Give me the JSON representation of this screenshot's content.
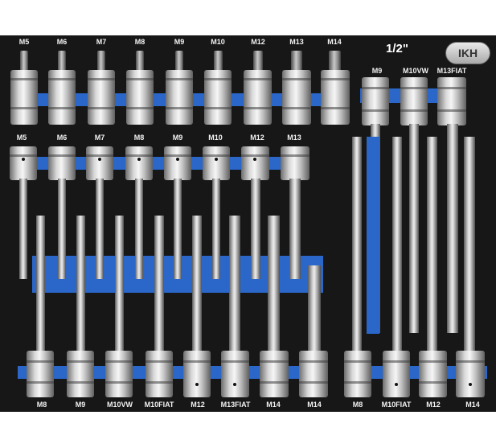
{
  "tray": {
    "size_label": "1/2\"",
    "logo_text": "IKH",
    "colors": {
      "foam": "#171717",
      "accent": "#2a67c9",
      "chrome": "#d8d8d8"
    },
    "top_row_labels": [
      "M5",
      "M6",
      "M7",
      "M8",
      "M9",
      "M10",
      "M12",
      "M13",
      "M14"
    ],
    "mid_row_labels": [
      "M5",
      "M6",
      "M7",
      "M8",
      "M9",
      "M10",
      "M12",
      "M13"
    ],
    "right_top_labels": [
      "M9",
      "M10VW",
      "M13FIAT"
    ],
    "bottom_left_labels": [
      "M8",
      "M9",
      "M10VW",
      "M10FIAT",
      "M12",
      "M13FIAT",
      "M14",
      "M14"
    ],
    "bottom_right_labels": [
      "M8",
      "M10FIAT",
      "M12",
      "M14"
    ]
  }
}
